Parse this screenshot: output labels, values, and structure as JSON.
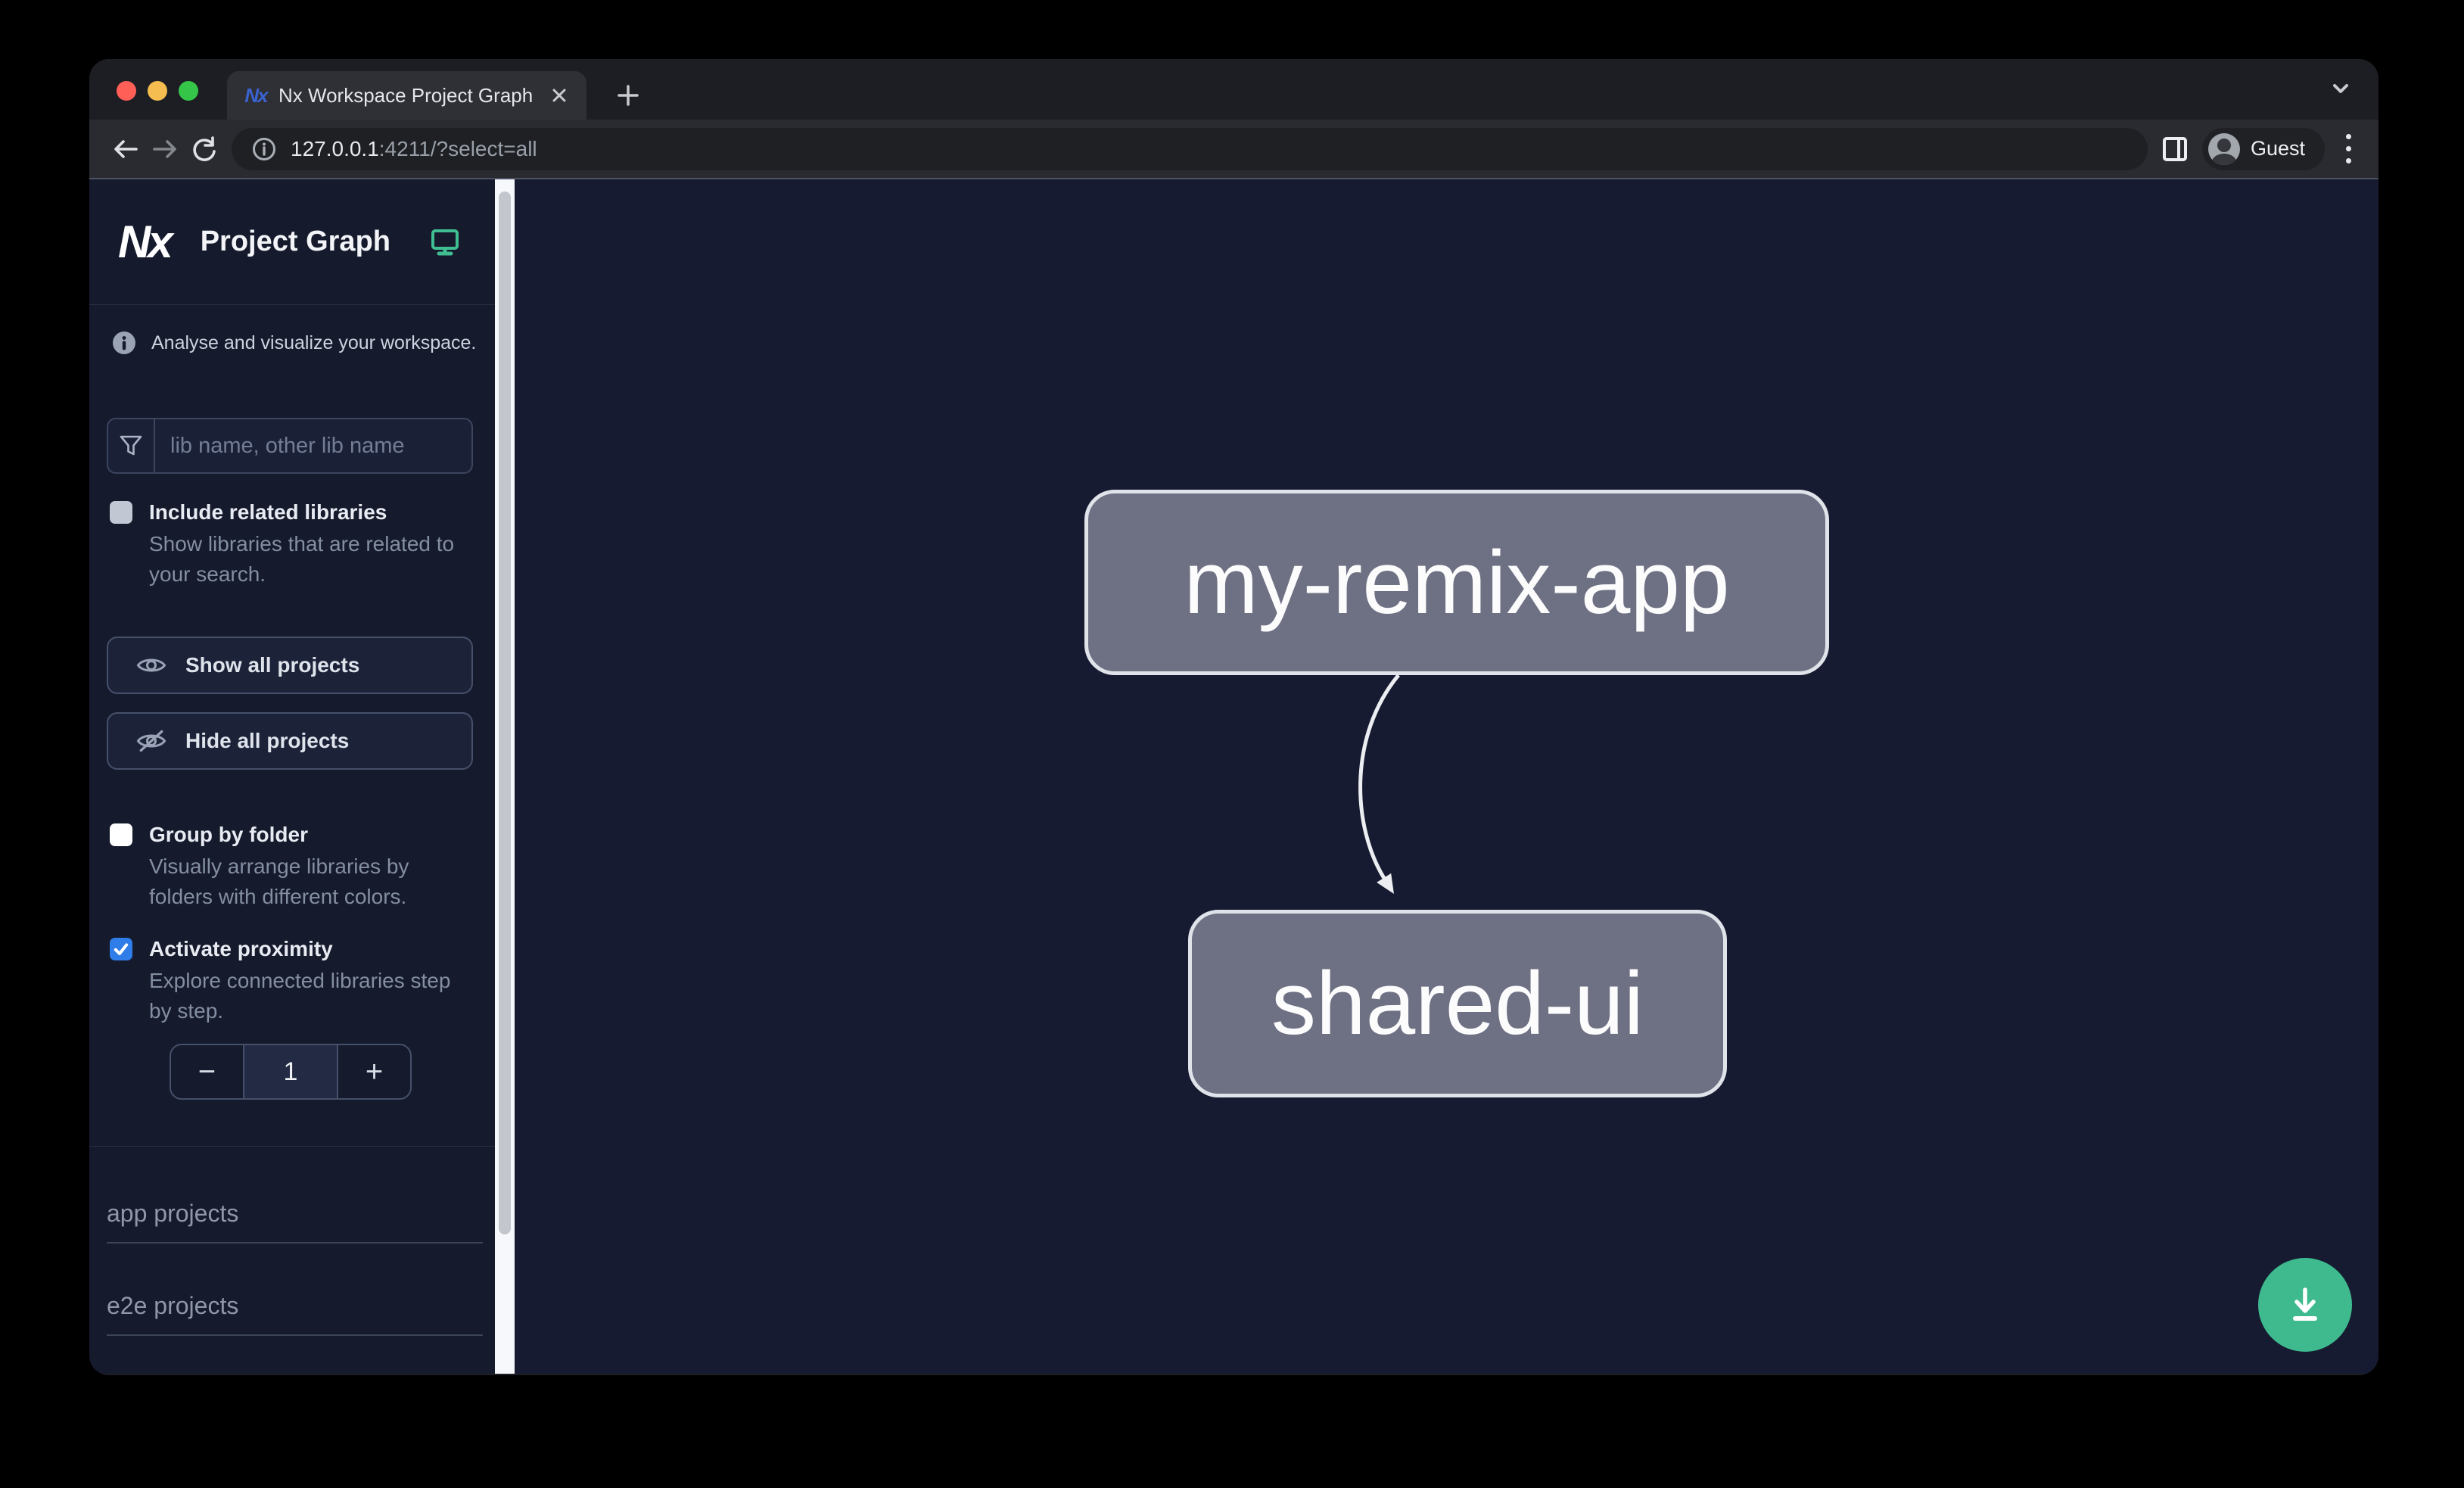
{
  "browser": {
    "tab_title": "Nx Workspace Project Graph",
    "url_host": "127.0.0.1",
    "url_rest": ":4211/?select=all",
    "profile_label": "Guest",
    "logo_text": "Nx"
  },
  "sidebar": {
    "app_title": "Project Graph",
    "tagline": "Analyse and visualize your workspace.",
    "search_placeholder": "lib name, other lib name",
    "options": [
      {
        "label": "Include related libraries",
        "description": "Show libraries that are related to your search.",
        "checked": false
      },
      {
        "label": "Group by folder",
        "description": "Visually arrange libraries by folders with different colors.",
        "checked": false
      },
      {
        "label": "Activate proximity",
        "description": "Explore connected libraries step by step.",
        "checked": true
      }
    ],
    "show_all_label": "Show all projects",
    "hide_all_label": "Hide all projects",
    "proximity": {
      "decrement": "−",
      "value": "1",
      "increment": "+"
    },
    "sections": [
      "app projects",
      "e2e projects"
    ]
  },
  "graph": {
    "nodes": [
      {
        "label": "my-remix-app"
      },
      {
        "label": "shared-ui"
      }
    ],
    "edges": [
      {
        "source": "my-remix-app",
        "target": "shared-ui"
      }
    ]
  },
  "colors": {
    "accent_teal": "#3eba8e",
    "checkbox_checked_blue": "#2e7de9",
    "node_fill": "#6e7183",
    "node_border": "#e0e3e9",
    "sidebar_bg": "#151a2c",
    "canvas_bg": "#161b31"
  }
}
